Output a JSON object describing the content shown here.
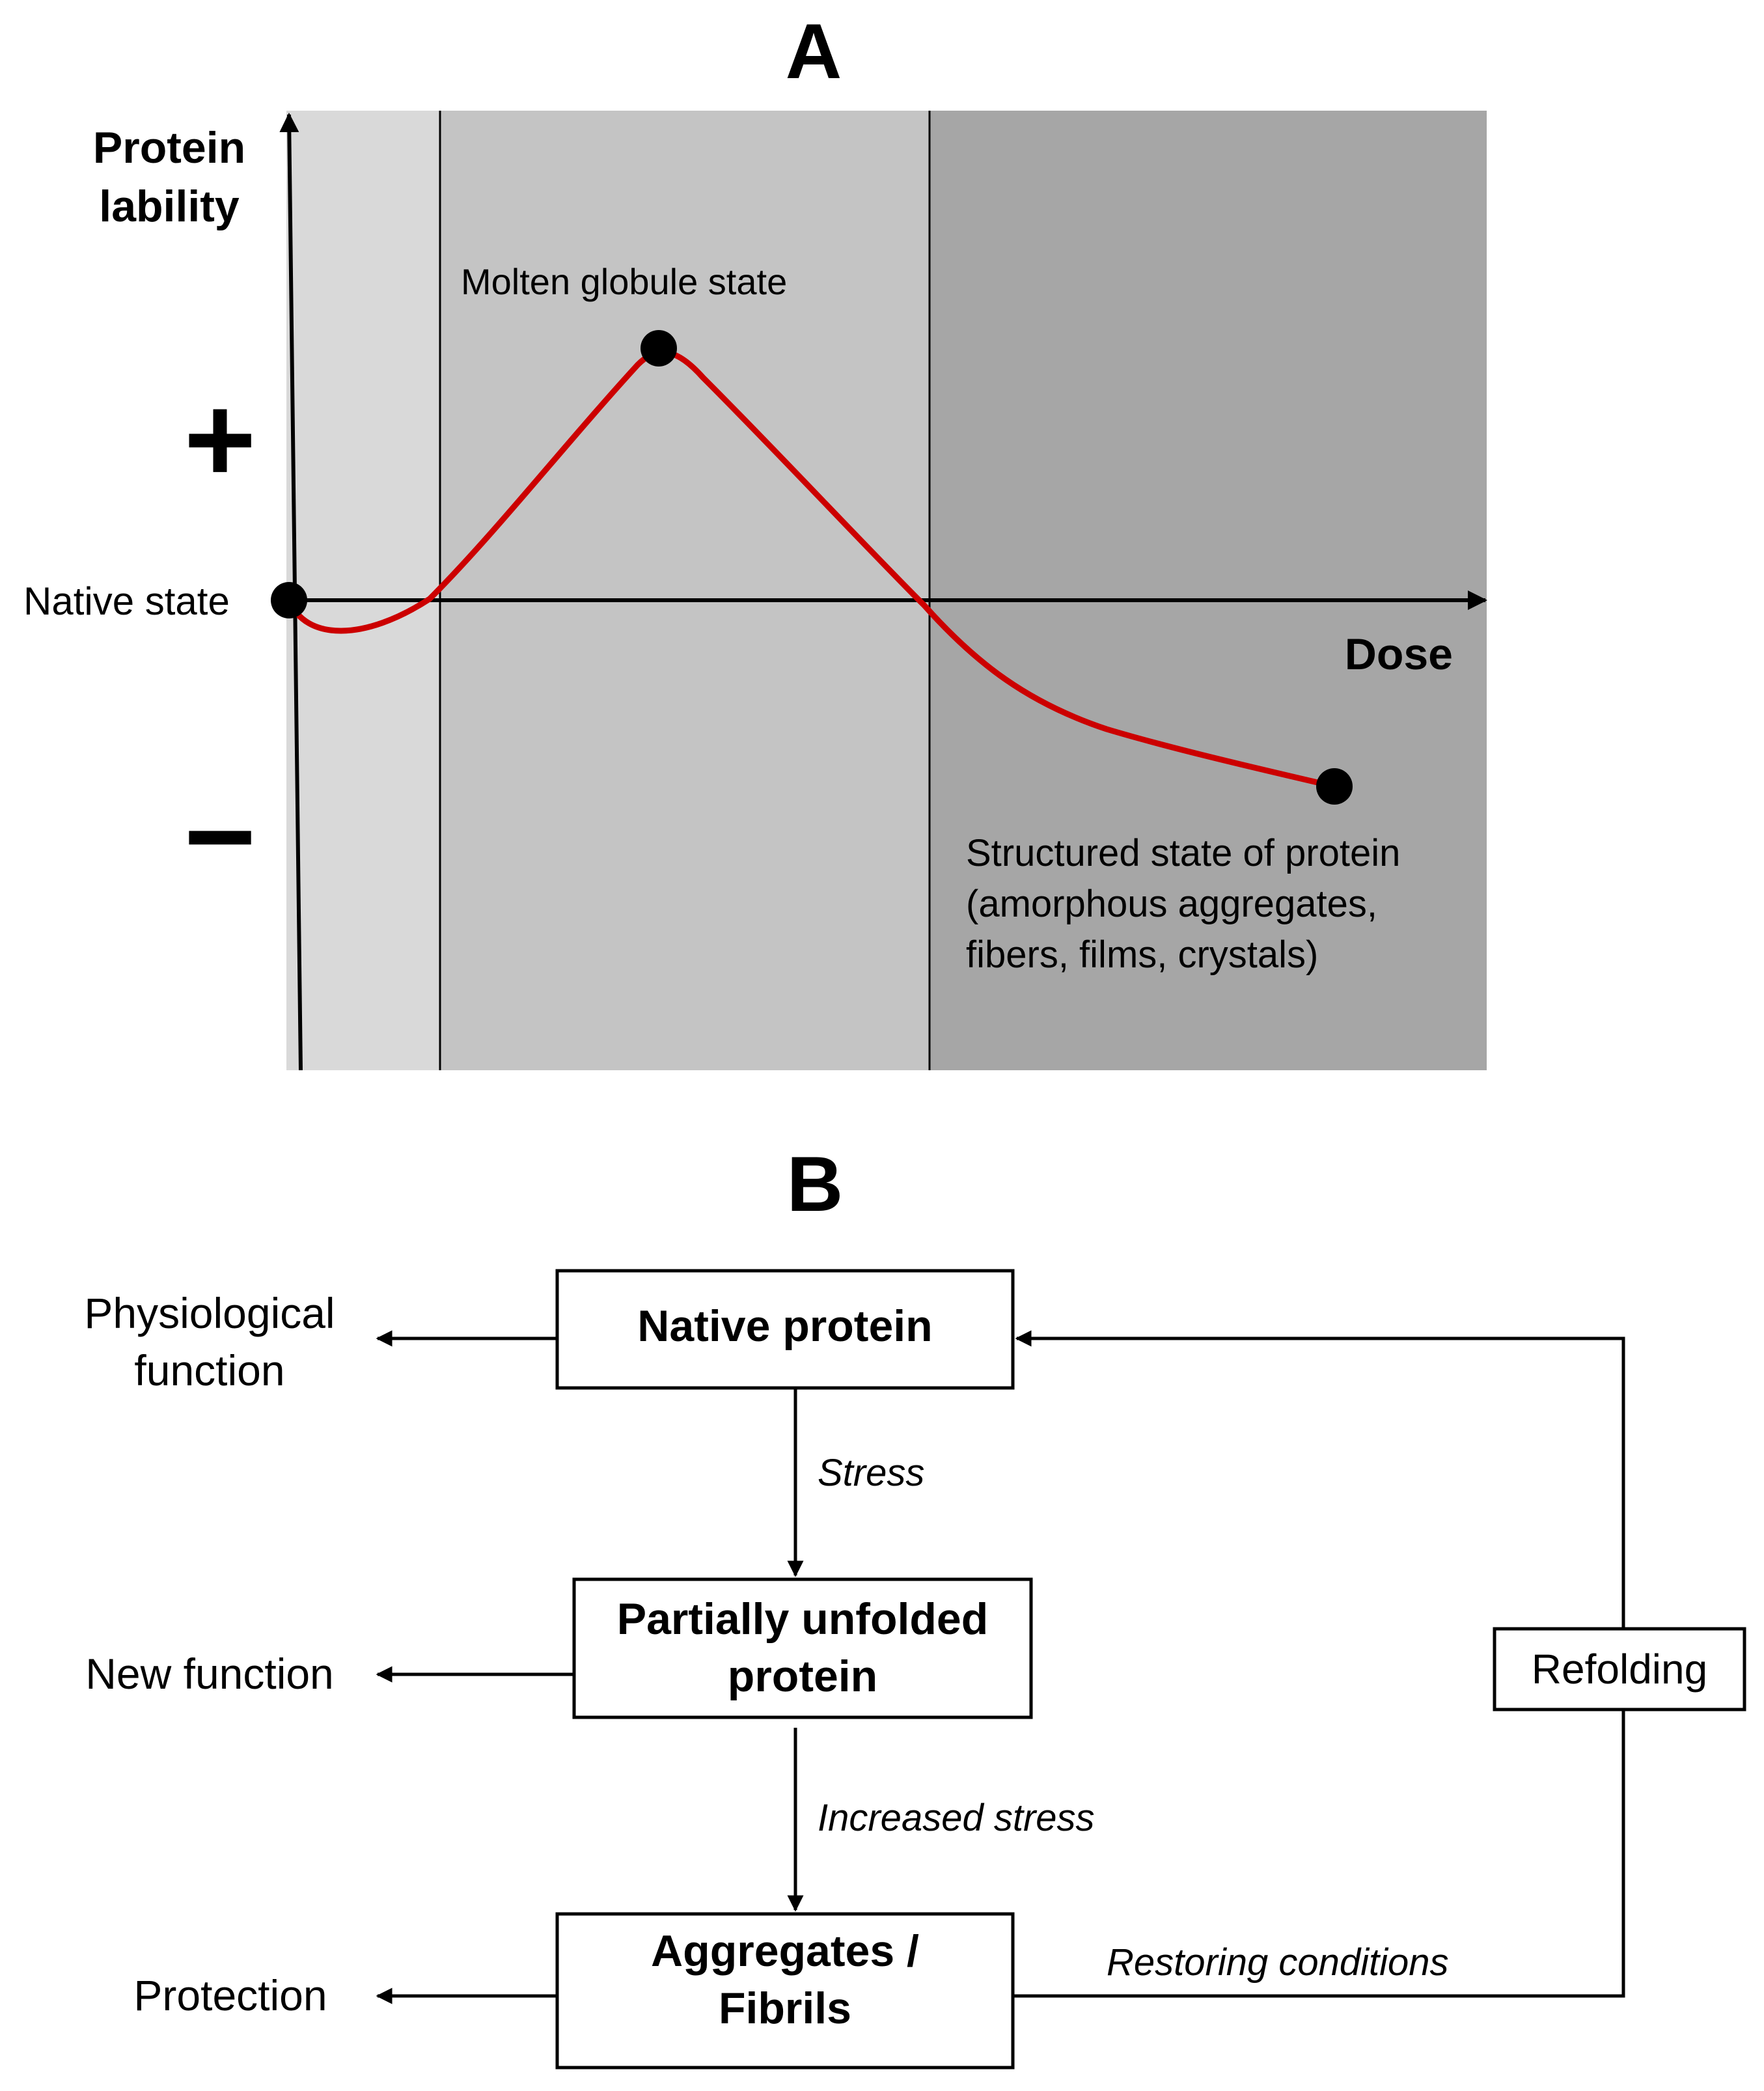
{
  "panel_a": {
    "label": "A",
    "y_axis_label_line1": "Protein",
    "y_axis_label_line2": "lability",
    "x_axis_label": "Dose",
    "plus_sign": "+",
    "minus_sign": "−",
    "native_state_label": "Native state",
    "molten_globule_label": "Molten globule state",
    "structured_state_line1": "Structured state of protein",
    "structured_state_line2": "(amorphous aggregates,",
    "structured_state_line3": "fibers, films, crystals)",
    "curve_color": "#cc0000",
    "region_colors": [
      "#d9d9d9",
      "#c4c4c4",
      "#a6a6a6"
    ]
  },
  "panel_b": {
    "label": "B",
    "native_protein": "Native protein",
    "partially_unfolded_line1": "Partially unfolded",
    "partially_unfolded_line2": "protein",
    "aggregates_line1": "Aggregates /",
    "aggregates_line2": "Fibrils",
    "refolding": "Refolding",
    "physiological_line1": "Physiological",
    "physiological_line2": "function",
    "new_function": "New function",
    "protection": "Protection",
    "stress": "Stress",
    "increased_stress": "Increased stress",
    "restoring_conditions": "Restoring conditions"
  }
}
